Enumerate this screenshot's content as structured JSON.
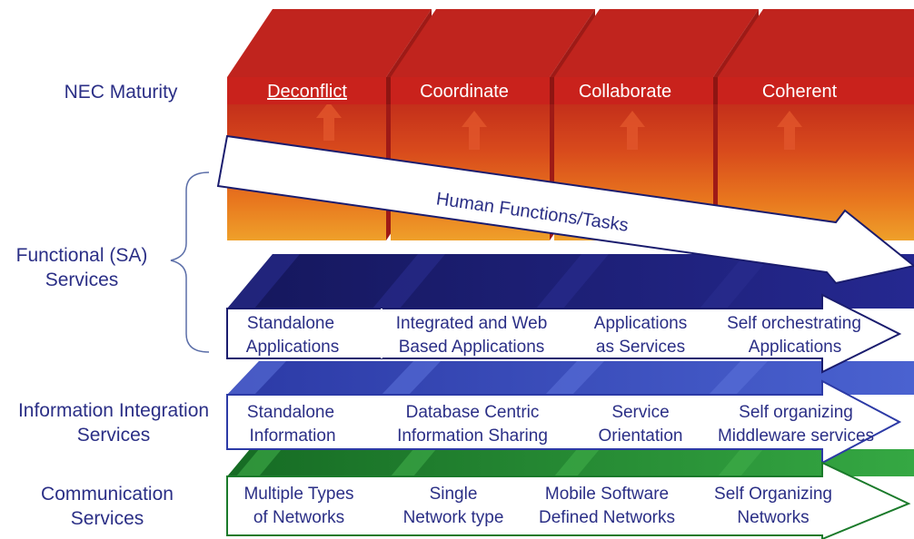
{
  "diagram": {
    "row_labels": {
      "nec_maturity": "NEC Maturity",
      "functional": "Functional (SA)\nServices",
      "information": "Information Integration\nServices",
      "communication": "Communication\nServices"
    },
    "maturity_levels": [
      "Deconflict",
      "Coordinate",
      "Collaborate",
      "Coherent"
    ],
    "human_arrow_label": "Human Functions/Tasks",
    "functional_cells": [
      [
        "Standalone",
        "Applications"
      ],
      [
        "Integrated and Web",
        "Based Applications"
      ],
      [
        "Applications",
        "as Services"
      ],
      [
        "Self orchestrating",
        "Applications"
      ]
    ],
    "information_cells": [
      [
        "Standalone",
        "Information"
      ],
      [
        "Database Centric",
        "Information Sharing"
      ],
      [
        "Service",
        "Orientation"
      ],
      [
        "Self organizing",
        "Middleware services"
      ]
    ],
    "communication_cells": [
      [
        "Multiple Types",
        "of Networks"
      ],
      [
        "Single",
        "Network type"
      ],
      [
        "Mobile Software",
        "Defined Networks"
      ],
      [
        "Self Organizing",
        "Networks"
      ]
    ]
  },
  "colors": {
    "label_text": "#2b2f86",
    "cell_text": "#2b2f86",
    "nec_top": "#c0201c",
    "nec_bar": "#c9221c",
    "functional_band": "#1a1c6e",
    "information_band": "#3145b3",
    "communication_band": "#1a7a2a"
  }
}
